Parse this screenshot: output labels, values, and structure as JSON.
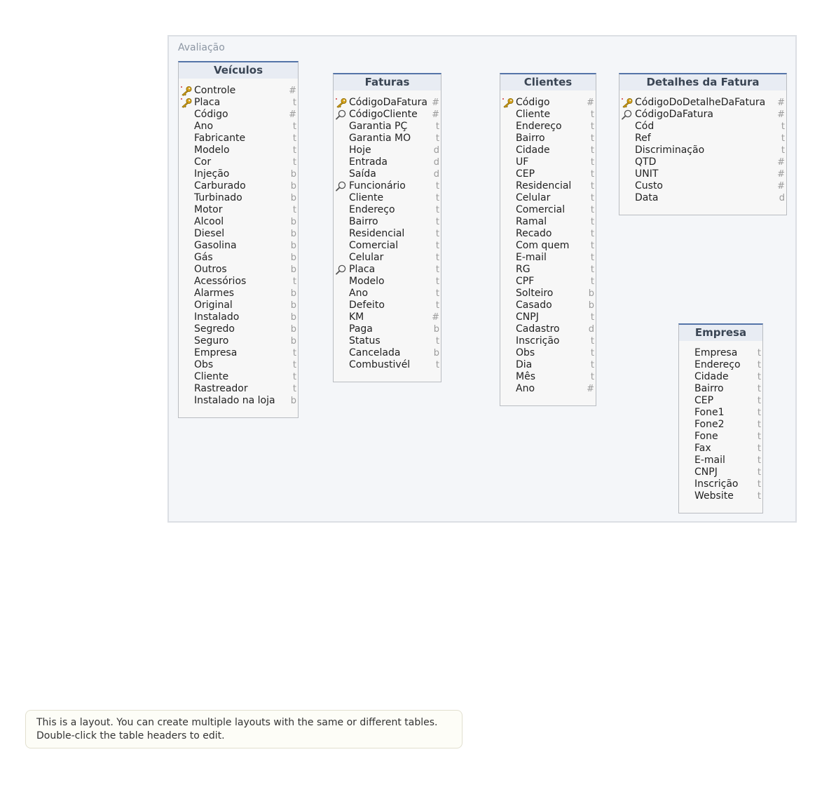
{
  "layout": {
    "title": "Avaliação"
  },
  "tables": [
    {
      "name": "Veículos",
      "fields": [
        {
          "name": "Controle",
          "type": "#",
          "icon": "key"
        },
        {
          "name": "Placa",
          "type": "t",
          "icon": "key"
        },
        {
          "name": "Código",
          "type": "#",
          "icon": ""
        },
        {
          "name": "Ano",
          "type": "t",
          "icon": ""
        },
        {
          "name": "Fabricante",
          "type": "t",
          "icon": ""
        },
        {
          "name": "Modelo",
          "type": "t",
          "icon": ""
        },
        {
          "name": "Cor",
          "type": "t",
          "icon": ""
        },
        {
          "name": "Injeção",
          "type": "b",
          "icon": ""
        },
        {
          "name": "Carburado",
          "type": "b",
          "icon": ""
        },
        {
          "name": "Turbinado",
          "type": "b",
          "icon": ""
        },
        {
          "name": "Motor",
          "type": "t",
          "icon": ""
        },
        {
          "name": "Alcool",
          "type": "b",
          "icon": ""
        },
        {
          "name": "Diesel",
          "type": "b",
          "icon": ""
        },
        {
          "name": "Gasolina",
          "type": "b",
          "icon": ""
        },
        {
          "name": "Gás",
          "type": "b",
          "icon": ""
        },
        {
          "name": "Outros",
          "type": "b",
          "icon": ""
        },
        {
          "name": "Acessórios",
          "type": "t",
          "icon": ""
        },
        {
          "name": "Alarmes",
          "type": "b",
          "icon": ""
        },
        {
          "name": "Original",
          "type": "b",
          "icon": ""
        },
        {
          "name": "Instalado",
          "type": "b",
          "icon": ""
        },
        {
          "name": "Segredo",
          "type": "b",
          "icon": ""
        },
        {
          "name": "Seguro",
          "type": "b",
          "icon": ""
        },
        {
          "name": "Empresa",
          "type": "t",
          "icon": ""
        },
        {
          "name": "Obs",
          "type": "t",
          "icon": ""
        },
        {
          "name": "Cliente",
          "type": "t",
          "icon": ""
        },
        {
          "name": "Rastreador",
          "type": "t",
          "icon": ""
        },
        {
          "name": "Instalado na loja",
          "type": "b",
          "icon": ""
        }
      ]
    },
    {
      "name": "Faturas",
      "fields": [
        {
          "name": "CódigoDaFatura",
          "type": "#",
          "icon": "key"
        },
        {
          "name": "CódigoCliente",
          "type": "#",
          "icon": "search"
        },
        {
          "name": "Garantia PÇ",
          "type": "t",
          "icon": ""
        },
        {
          "name": "Garantia MO",
          "type": "t",
          "icon": ""
        },
        {
          "name": "Hoje",
          "type": "d",
          "icon": ""
        },
        {
          "name": "Entrada",
          "type": "d",
          "icon": ""
        },
        {
          "name": "Saída",
          "type": "d",
          "icon": ""
        },
        {
          "name": "Funcionário",
          "type": "t",
          "icon": "search"
        },
        {
          "name": "Cliente",
          "type": "t",
          "icon": ""
        },
        {
          "name": "Endereço",
          "type": "t",
          "icon": ""
        },
        {
          "name": "Bairro",
          "type": "t",
          "icon": ""
        },
        {
          "name": "Residencial",
          "type": "t",
          "icon": ""
        },
        {
          "name": "Comercial",
          "type": "t",
          "icon": ""
        },
        {
          "name": "Celular",
          "type": "t",
          "icon": ""
        },
        {
          "name": "Placa",
          "type": "t",
          "icon": "search"
        },
        {
          "name": "Modelo",
          "type": "t",
          "icon": ""
        },
        {
          "name": "Ano",
          "type": "t",
          "icon": ""
        },
        {
          "name": "Defeito",
          "type": "t",
          "icon": ""
        },
        {
          "name": "KM",
          "type": "#",
          "icon": ""
        },
        {
          "name": "Paga",
          "type": "b",
          "icon": ""
        },
        {
          "name": "Status",
          "type": "t",
          "icon": ""
        },
        {
          "name": "Cancelada",
          "type": "b",
          "icon": ""
        },
        {
          "name": "Combustivél",
          "type": "t",
          "icon": ""
        }
      ]
    },
    {
      "name": "Clientes",
      "fields": [
        {
          "name": "Código",
          "type": "#",
          "icon": "key"
        },
        {
          "name": "Cliente",
          "type": "t",
          "icon": ""
        },
        {
          "name": "Endereço",
          "type": "t",
          "icon": ""
        },
        {
          "name": "Bairro",
          "type": "t",
          "icon": ""
        },
        {
          "name": "Cidade",
          "type": "t",
          "icon": ""
        },
        {
          "name": "UF",
          "type": "t",
          "icon": ""
        },
        {
          "name": "CEP",
          "type": "t",
          "icon": ""
        },
        {
          "name": "Residencial",
          "type": "t",
          "icon": ""
        },
        {
          "name": "Celular",
          "type": "t",
          "icon": ""
        },
        {
          "name": "Comercial",
          "type": "t",
          "icon": ""
        },
        {
          "name": "Ramal",
          "type": "t",
          "icon": ""
        },
        {
          "name": "Recado",
          "type": "t",
          "icon": ""
        },
        {
          "name": "Com quem",
          "type": "t",
          "icon": ""
        },
        {
          "name": "E-mail",
          "type": "t",
          "icon": ""
        },
        {
          "name": "RG",
          "type": "t",
          "icon": ""
        },
        {
          "name": "CPF",
          "type": "t",
          "icon": ""
        },
        {
          "name": "Solteiro",
          "type": "b",
          "icon": ""
        },
        {
          "name": "Casado",
          "type": "b",
          "icon": ""
        },
        {
          "name": "CNPJ",
          "type": "t",
          "icon": ""
        },
        {
          "name": "Cadastro",
          "type": "d",
          "icon": ""
        },
        {
          "name": "Inscrição",
          "type": "t",
          "icon": ""
        },
        {
          "name": "Obs",
          "type": "t",
          "icon": ""
        },
        {
          "name": "Dia",
          "type": "t",
          "icon": ""
        },
        {
          "name": "Mês",
          "type": "t",
          "icon": ""
        },
        {
          "name": "Ano",
          "type": "#",
          "icon": ""
        }
      ]
    },
    {
      "name": "Detalhes da Fatura",
      "fields": [
        {
          "name": "CódigoDoDetalheDaFatura",
          "type": "#",
          "icon": "key"
        },
        {
          "name": "CódigoDaFatura",
          "type": "#",
          "icon": "search"
        },
        {
          "name": "Cód",
          "type": "t",
          "icon": ""
        },
        {
          "name": "Ref",
          "type": "t",
          "icon": ""
        },
        {
          "name": "Discriminação",
          "type": "t",
          "icon": ""
        },
        {
          "name": "QTD",
          "type": "#",
          "icon": ""
        },
        {
          "name": "UNIT",
          "type": "#",
          "icon": ""
        },
        {
          "name": "Custo",
          "type": "#",
          "icon": ""
        },
        {
          "name": "Data",
          "type": "d",
          "icon": ""
        }
      ]
    },
    {
      "name": "Empresa",
      "fields": [
        {
          "name": "Empresa",
          "type": "t",
          "icon": ""
        },
        {
          "name": "Endereço",
          "type": "t",
          "icon": ""
        },
        {
          "name": "Cidade",
          "type": "t",
          "icon": ""
        },
        {
          "name": "Bairro",
          "type": "t",
          "icon": ""
        },
        {
          "name": "CEP",
          "type": "t",
          "icon": ""
        },
        {
          "name": "Fone1",
          "type": "t",
          "icon": ""
        },
        {
          "name": "Fone2",
          "type": "t",
          "icon": ""
        },
        {
          "name": "Fone",
          "type": "t",
          "icon": ""
        },
        {
          "name": "Fax",
          "type": "t",
          "icon": ""
        },
        {
          "name": "E-mail",
          "type": "t",
          "icon": ""
        },
        {
          "name": "CNPJ",
          "type": "t",
          "icon": ""
        },
        {
          "name": "Inscrição",
          "type": "t",
          "icon": ""
        },
        {
          "name": "Website",
          "type": "t",
          "icon": ""
        }
      ]
    }
  ],
  "hint": {
    "line1": "This is a layout. You can create multiple layouts with the same or different tables.",
    "line2": "Double-click the table headers to edit."
  }
}
